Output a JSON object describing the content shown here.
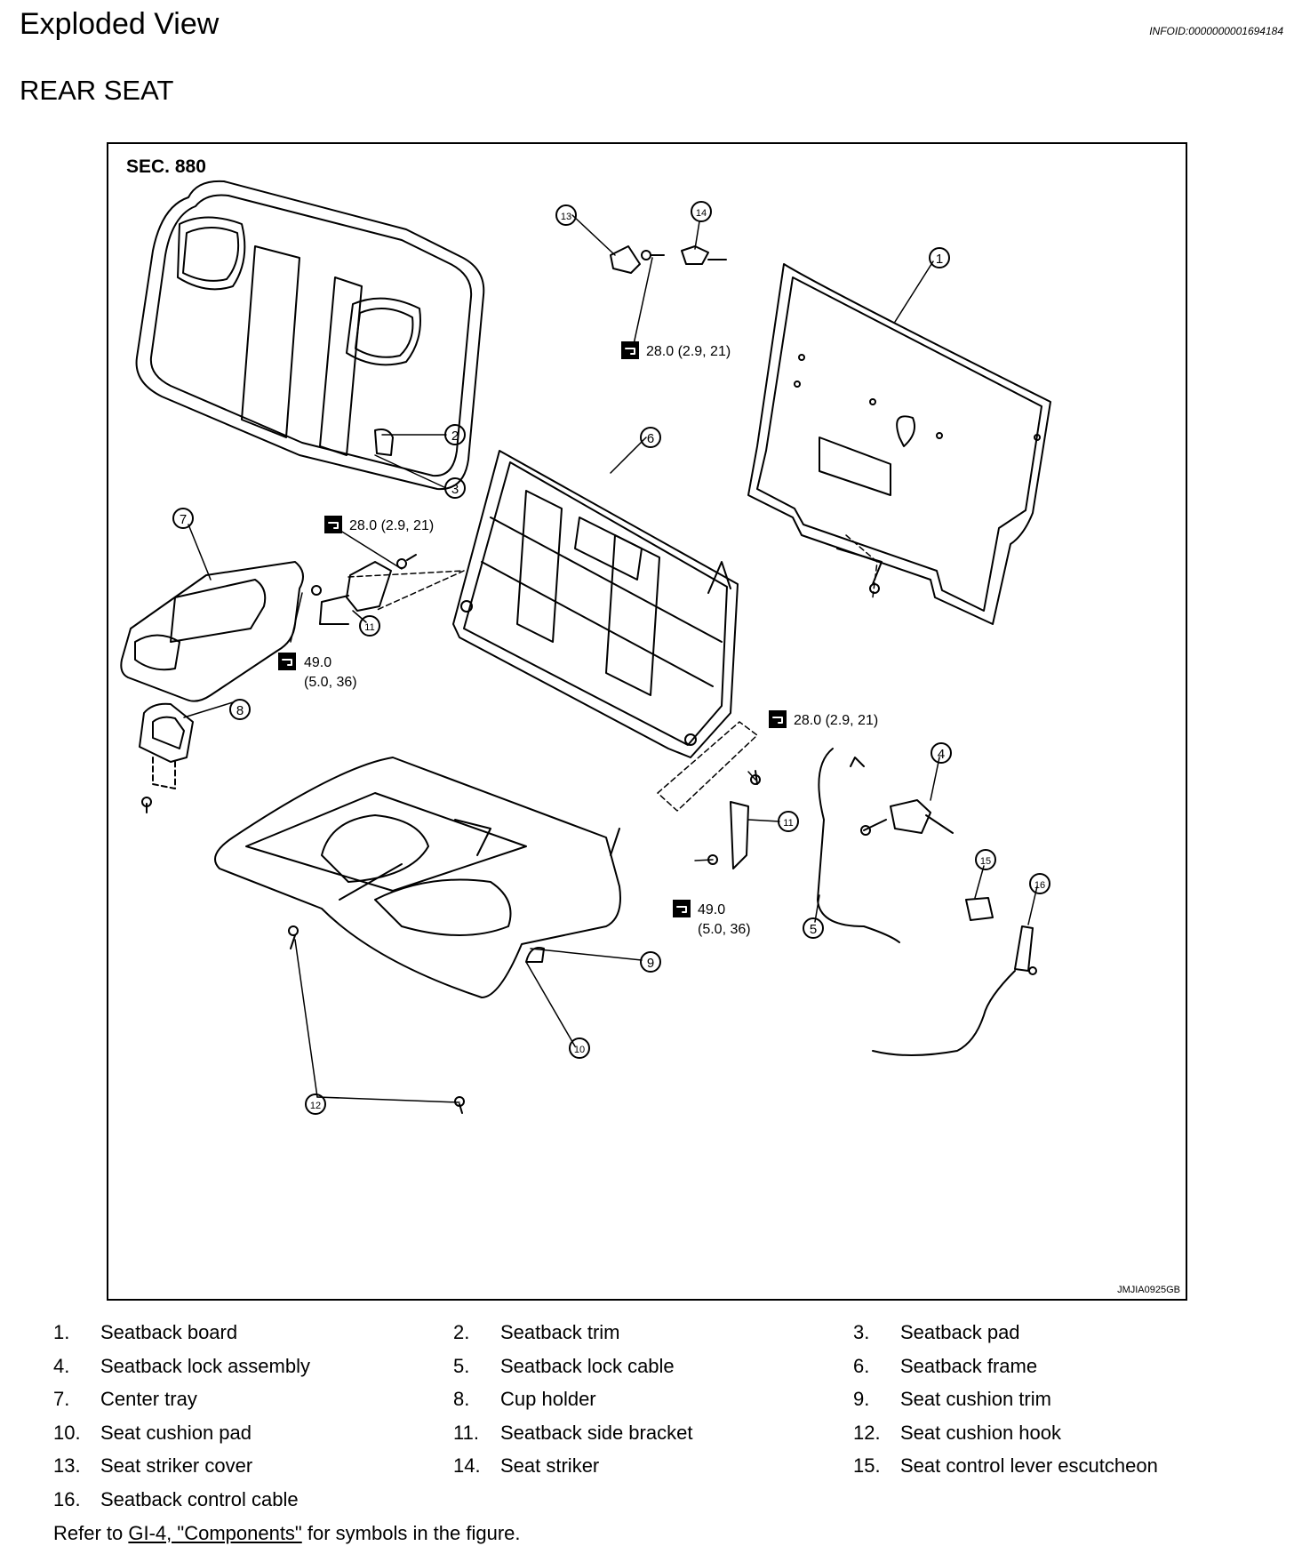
{
  "page_title": "Exploded View",
  "info_id": "INFOID:0000000001694184",
  "section_title": "REAR SEAT",
  "figure": {
    "sec_label": "SEC. 880",
    "figure_code": "JMJIA0925GB",
    "callouts": [
      "1",
      "2",
      "3",
      "4",
      "5",
      "6",
      "7",
      "8",
      "9",
      "10",
      "11",
      "11",
      "12",
      "13",
      "14",
      "15",
      "16"
    ],
    "torques": [
      {
        "value": "28.0 (2.9, 21)"
      },
      {
        "value": "28.0 (2.9, 21)"
      },
      {
        "value": "28.0 (2.9, 21)"
      },
      {
        "value": "49.0",
        "value2": "(5.0, 36)"
      },
      {
        "value": "49.0",
        "value2": "(5.0, 36)"
      }
    ]
  },
  "legend": [
    {
      "num": "1.",
      "label": "Seatback board"
    },
    {
      "num": "2.",
      "label": "Seatback trim"
    },
    {
      "num": "3.",
      "label": "Seatback pad"
    },
    {
      "num": "4.",
      "label": "Seatback lock assembly"
    },
    {
      "num": "5.",
      "label": "Seatback lock cable"
    },
    {
      "num": "6.",
      "label": "Seatback frame"
    },
    {
      "num": "7.",
      "label": "Center tray"
    },
    {
      "num": "8.",
      "label": "Cup holder"
    },
    {
      "num": "9.",
      "label": "Seat cushion trim"
    },
    {
      "num": "10.",
      "label": "Seat cushion pad"
    },
    {
      "num": "11.",
      "label": "Seatback side bracket"
    },
    {
      "num": "12.",
      "label": "Seat cushion hook"
    },
    {
      "num": "13.",
      "label": "Seat striker cover"
    },
    {
      "num": "14.",
      "label": "Seat striker"
    },
    {
      "num": "15.",
      "label": "Seat control lever escutcheon"
    },
    {
      "num": "16.",
      "label": "Seatback control cable"
    }
  ],
  "note": {
    "prefix": "Refer to ",
    "link": "GI-4, \"Components\"",
    "suffix": " for symbols in the figure."
  }
}
